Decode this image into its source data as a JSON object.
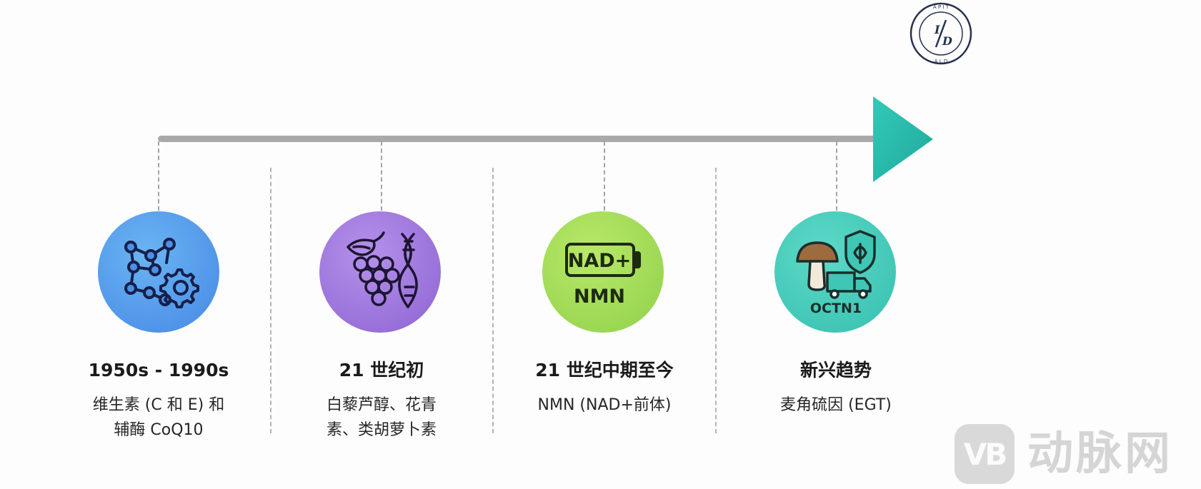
{
  "logo": {
    "center_text": "I/D",
    "ring_text": "APITALD"
  },
  "eras": [
    {
      "title": "1950s - 1990s",
      "desc_lines": [
        "维生素 (C 和 E) 和",
        "辅酶 CoQ10"
      ],
      "icon": "molecule-gear-icon",
      "color": "#4f8fe6"
    },
    {
      "title": "21 世纪初",
      "desc_lines": [
        "白藜芦醇、花青",
        "素、类胡萝卜素"
      ],
      "icon": "grapes-dna-icon",
      "color": "#9a70d9"
    },
    {
      "title": "21 世纪中期至今",
      "desc_lines": [
        "NMN (NAD+前体)"
      ],
      "icon": "battery-nad-icon",
      "color": "#9ed654",
      "icon_texts": [
        "NAD+",
        "NMN"
      ]
    },
    {
      "title": "新兴趋势",
      "desc_lines": [
        "麦角硫因 (EGT)"
      ],
      "icon": "mushroom-shield-truck-icon",
      "color": "#3fc6b5",
      "icon_texts": [
        "OCTN1"
      ]
    }
  ],
  "colors": {
    "timeline": "#a9a9a9",
    "arrow": "#2cc0b2"
  },
  "watermark": {
    "badge": "VB",
    "text": "动脉网"
  }
}
